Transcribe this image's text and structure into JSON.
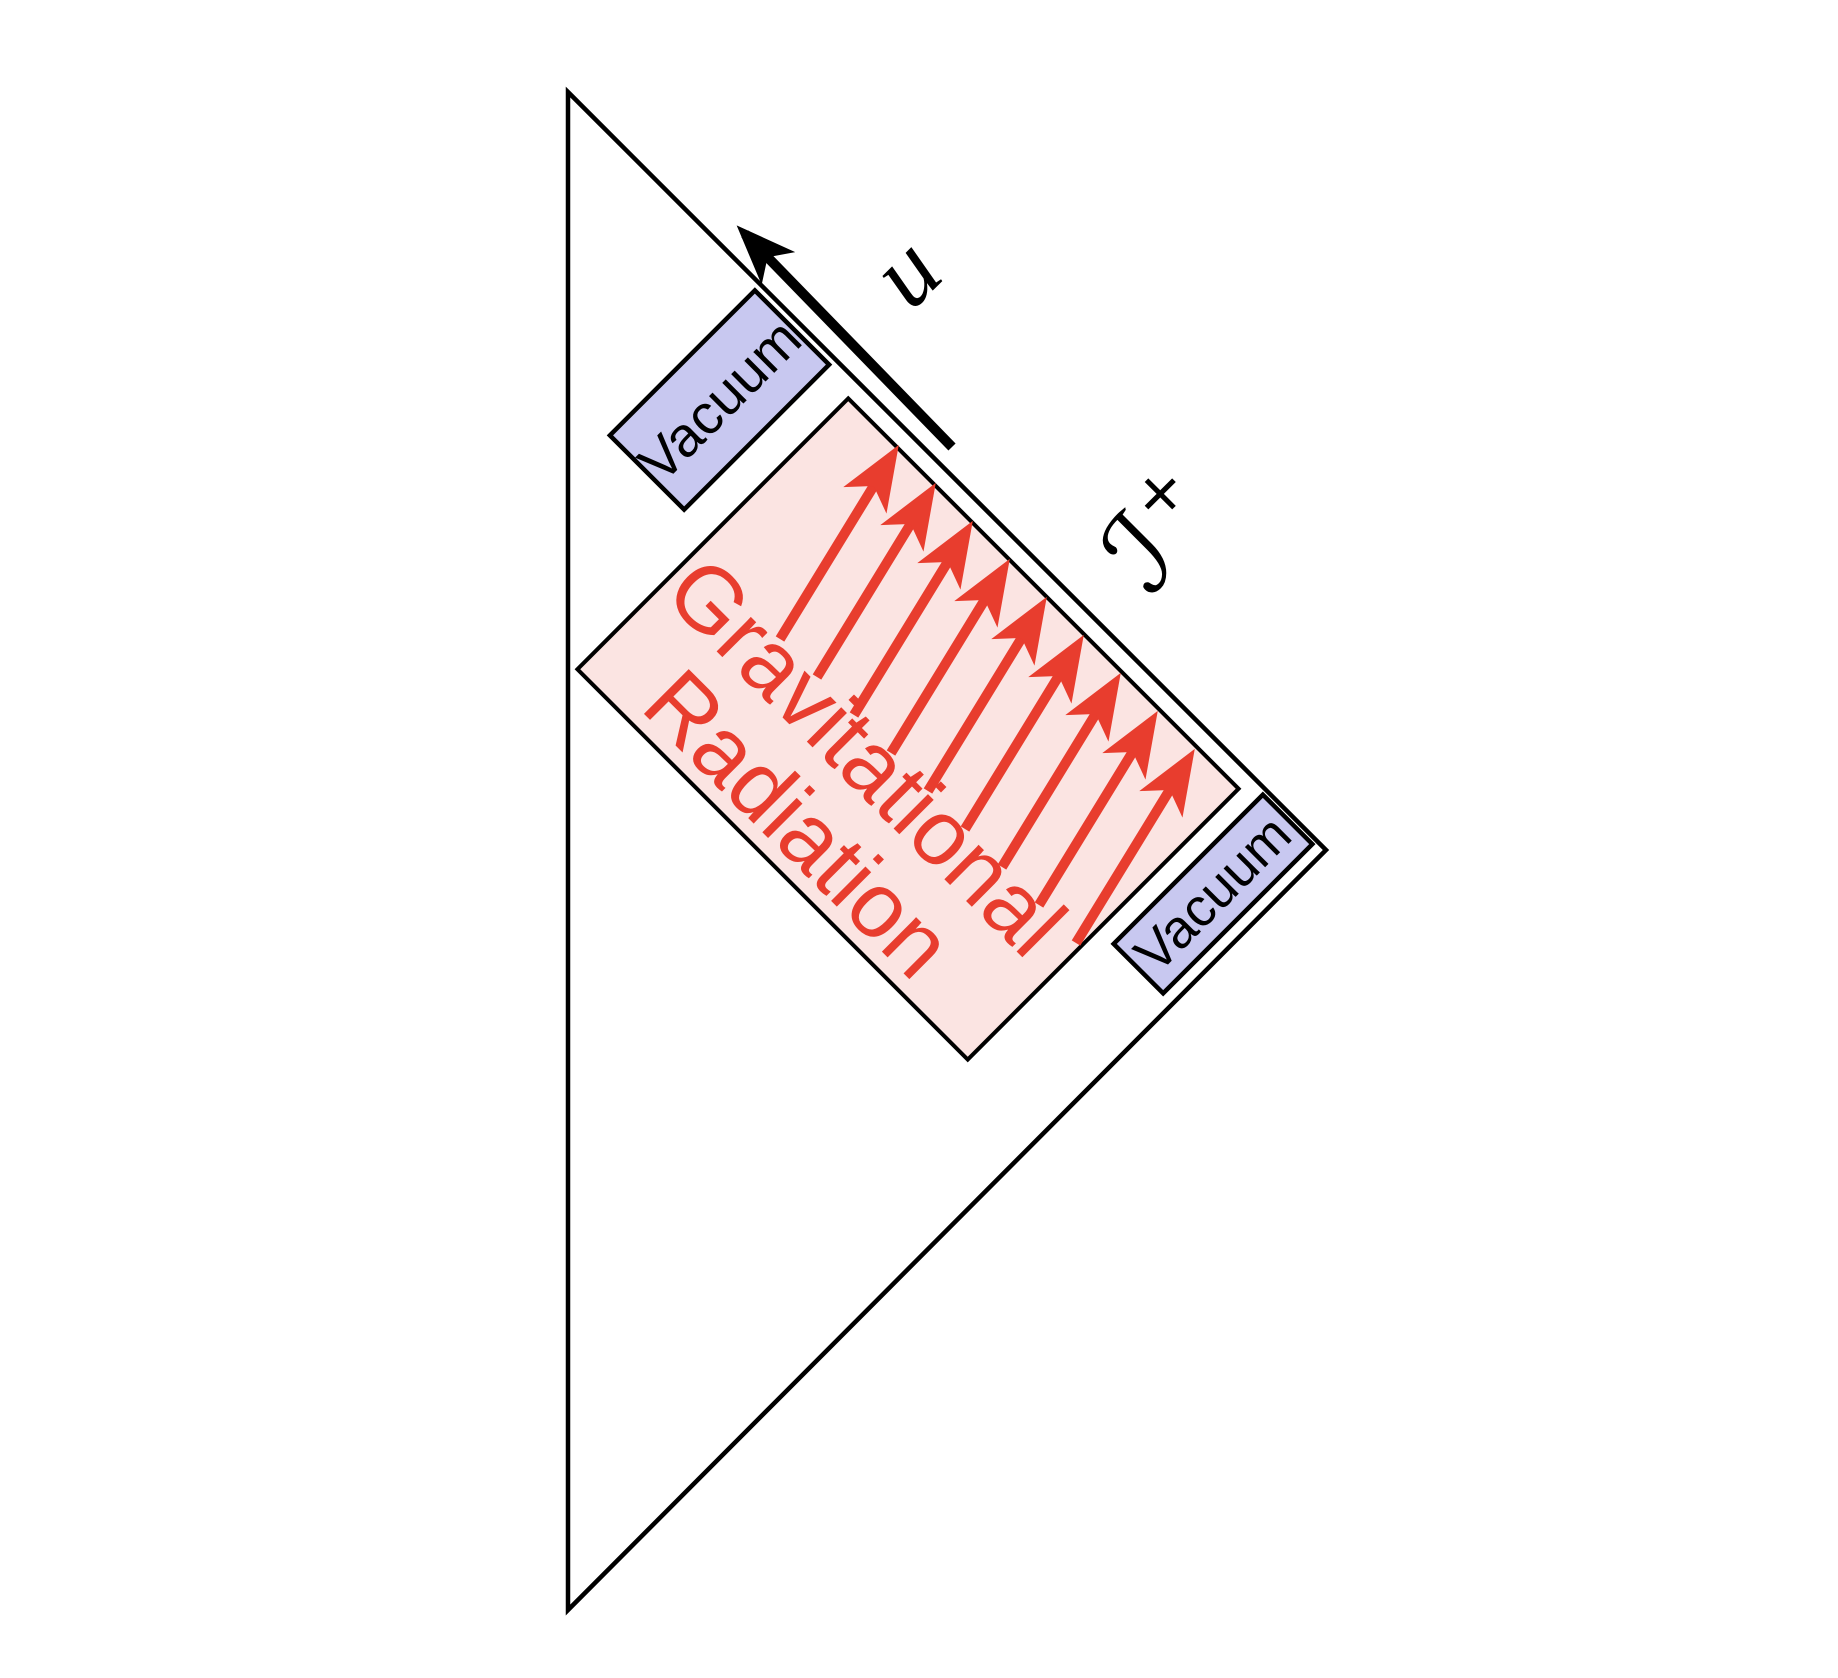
{
  "labels": {
    "vacuum_upper": "Vacuum",
    "vacuum_lower": "Vacuum",
    "radiation_line1": "Gravitational",
    "radiation_line2": "Radiation",
    "u_axis": "u",
    "scri_base": "ℐ",
    "scri_superscript": "+"
  },
  "colors": {
    "background": "#ffffff",
    "outline": "#000000",
    "radiation_fill": "#fbe4e2",
    "radiation_red": "#e83d2e",
    "vacuum_fill": "#c8c8f0",
    "arrow_black": "#000000"
  }
}
